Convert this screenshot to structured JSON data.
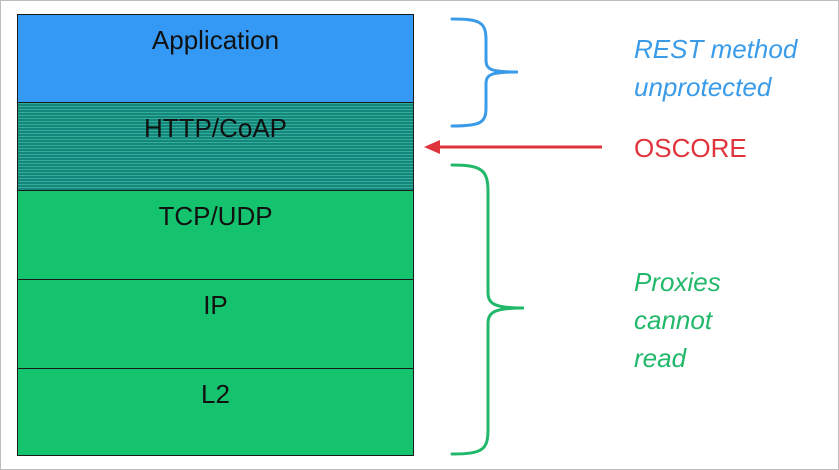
{
  "layers": [
    {
      "label": "Application"
    },
    {
      "label": "HTTP/CoAP"
    },
    {
      "label": "TCP/UDP"
    },
    {
      "label": "IP"
    },
    {
      "label": "L2"
    }
  ],
  "annotations": {
    "rest": {
      "line1": "REST method",
      "line2": "unprotected",
      "color": "#3a9be8"
    },
    "oscore": {
      "label": "OSCORE",
      "color": "#e0343c"
    },
    "proxies": {
      "line1": "Proxies",
      "line2": "cannot",
      "line3": "read",
      "color": "#22b86a"
    }
  },
  "colors": {
    "application_layer": "#3399f5",
    "http_coap_layer": "#1f9d8c",
    "transport_layers": "#15c26e",
    "brace_blue": "#3a9be8",
    "brace_green": "#22b86a",
    "arrow_red": "#e0343c"
  }
}
